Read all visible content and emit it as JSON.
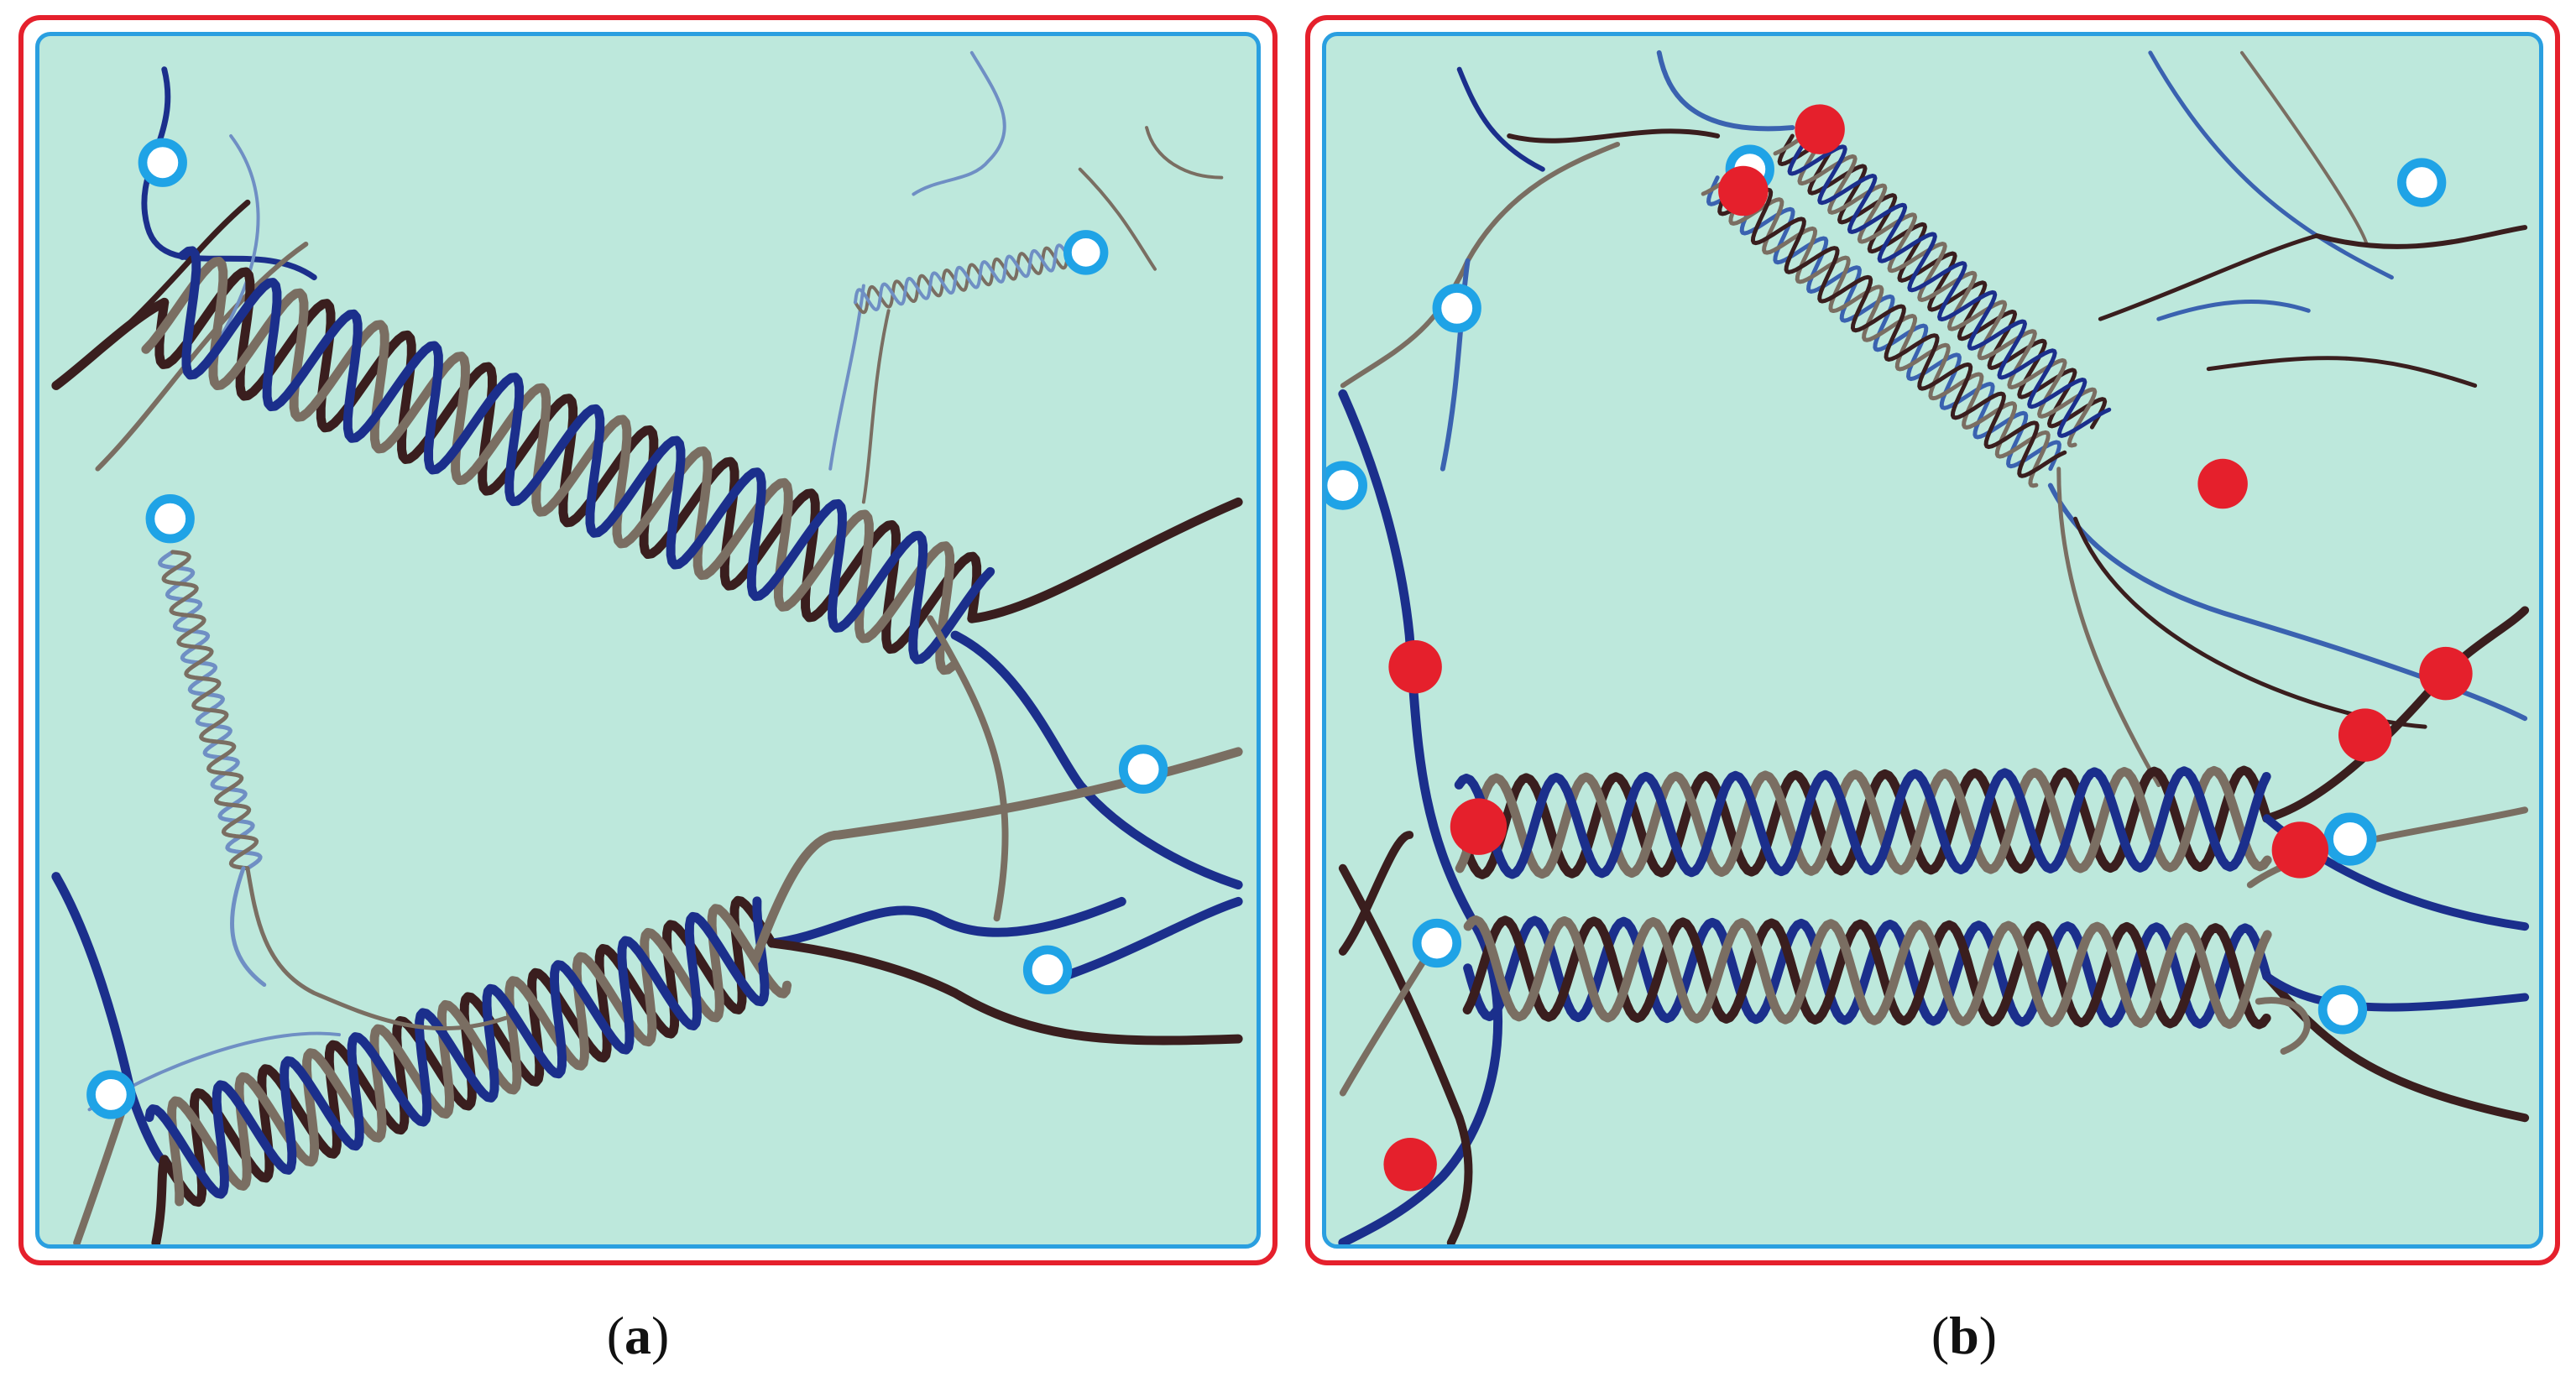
{
  "panels": [
    {
      "id": "a",
      "caption_open": "(",
      "caption_letter": "a",
      "caption_close": ")"
    },
    {
      "id": "b",
      "caption_open": "(",
      "caption_letter": "b",
      "caption_close": ")"
    }
  ],
  "colors": {
    "outer_border": "#e5202c",
    "inner_border": "#2a9fe0",
    "background": "#bde8dc",
    "strand_navy": "#1b2f8c",
    "strand_blue": "#3a62b0",
    "strand_lightblue": "#6f8fc4",
    "strand_dark": "#3a1e1e",
    "strand_taupe": "#7a6e62",
    "open_node_fill": "#ffffff",
    "open_node_ring": "#1fa3e6",
    "closed_node": "#e5202c"
  },
  "legend_semantics": {
    "open_node": "ring-icon",
    "closed_node": "filled-dot-icon"
  }
}
